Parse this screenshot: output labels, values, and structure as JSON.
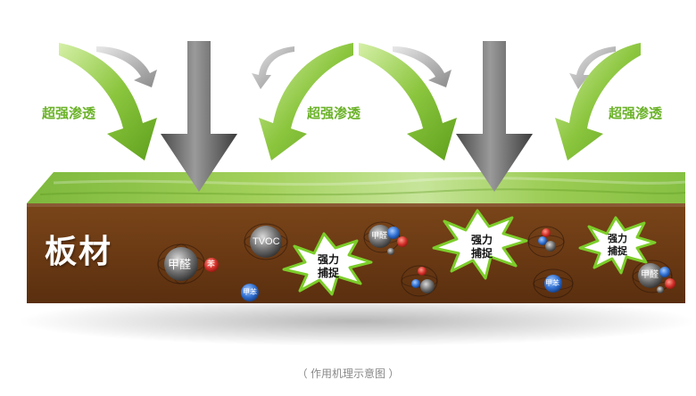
{
  "colors": {
    "penetration_arrow": "#8cc63f",
    "gray_arrow": "#6b6b6b",
    "label_green": "#6cb32a",
    "board_top": "#8bc34a",
    "board_front": "#6b3a17",
    "burst": "#7ccd2a",
    "red_molecule": "#d3302a",
    "blue_molecule": "#2f6fd1"
  },
  "penetration_label": "超强渗透",
  "board_name": "板材",
  "capture_label_line1": "强力",
  "capture_label_line2": "捕捉",
  "molecules": {
    "formaldehyde": "甲醛",
    "tvoc": "TVOC",
    "benzene": "苯",
    "toluene": "甲苯"
  },
  "caption": "（ 作用机理示意图 ）"
}
